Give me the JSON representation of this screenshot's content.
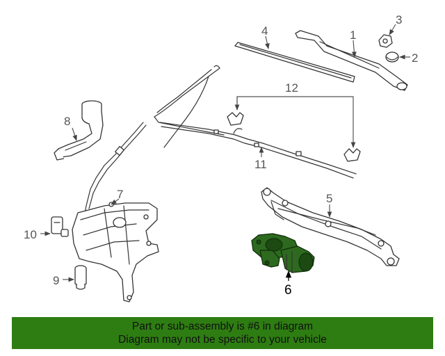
{
  "callouts": {
    "c1": "1",
    "c2": "2",
    "c3": "3",
    "c4": "4",
    "c5": "5",
    "c6": "6",
    "c7": "7",
    "c8": "8",
    "c9": "9",
    "c10": "10",
    "c11": "11",
    "c12": "12"
  },
  "highlight_color": "#2e7d12",
  "banner": {
    "line1": "Part or sub-assembly is #6 in diagram",
    "line2": "Diagram may not be specific to your vehicle"
  }
}
